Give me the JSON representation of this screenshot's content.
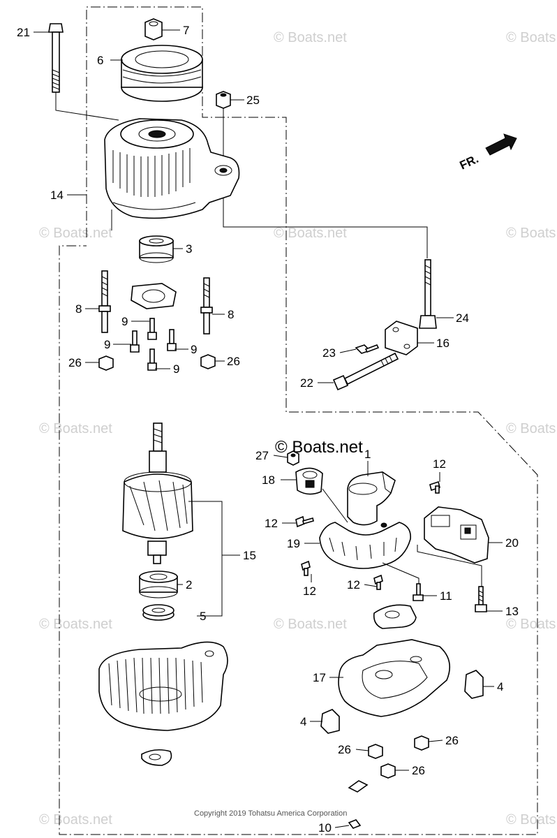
{
  "watermark_text": "© Boats.net",
  "main_watermark": "© Boats.net",
  "copyright": "Copyright 2019 Tohatsu America Corporation",
  "direction_label": "FR.",
  "callouts": {
    "c21": "21",
    "c7": "7",
    "c6": "6",
    "c25": "25",
    "c14": "14",
    "c3": "3",
    "c8a": "8",
    "c8b": "8",
    "c9a": "9",
    "c9b": "9",
    "c9c": "9",
    "c9d": "9",
    "c26a": "26",
    "c26b": "26",
    "c24": "24",
    "c23": "23",
    "c16": "16",
    "c22": "22",
    "c27": "27",
    "c1": "1",
    "c12a": "12",
    "c18": "18",
    "c12b": "12",
    "c19": "19",
    "c20": "20",
    "c15": "15",
    "c12c": "12",
    "c12d": "12",
    "c11": "11",
    "c2": "2",
    "c5": "5",
    "c13": "13",
    "c17": "17",
    "c4a": "4",
    "c4b": "4",
    "c26c": "26",
    "c26d": "26",
    "c26e": "26",
    "c10": "10"
  }
}
